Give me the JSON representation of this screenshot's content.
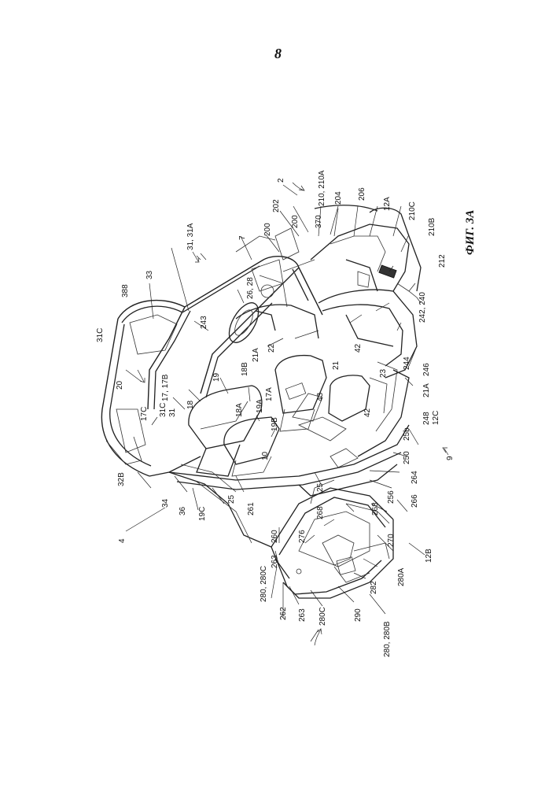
{
  "page": {
    "number": "8"
  },
  "figure": {
    "caption": "ФИГ. 3А",
    "labels": [
      "2",
      "200",
      "202",
      "204",
      "206",
      "12A",
      "210C",
      "210, 210A",
      "210B",
      "212",
      "200",
      "370",
      "7",
      "31, 31A",
      "33",
      "388",
      "26, 28",
      "243",
      "21A",
      "22",
      "42",
      "21",
      "23",
      "244",
      "242, 240",
      "246",
      "21A",
      "248",
      "12C",
      "17A",
      "43",
      "42",
      "25b",
      "250",
      "9",
      "264",
      "256",
      "266",
      "268",
      "270",
      "12B",
      "280A",
      "282",
      "290",
      "280, 280B",
      "280C",
      "263",
      "262",
      "280, 280C",
      "263",
      "260",
      "276",
      "261",
      "268",
      "25",
      "25",
      "19C",
      "36",
      "34",
      "32B",
      "17C",
      "31C",
      "31",
      "20",
      "31C",
      "17, 17B",
      "18",
      "19",
      "18B",
      "18A",
      "19A",
      "19B",
      "10",
      "4"
    ]
  }
}
